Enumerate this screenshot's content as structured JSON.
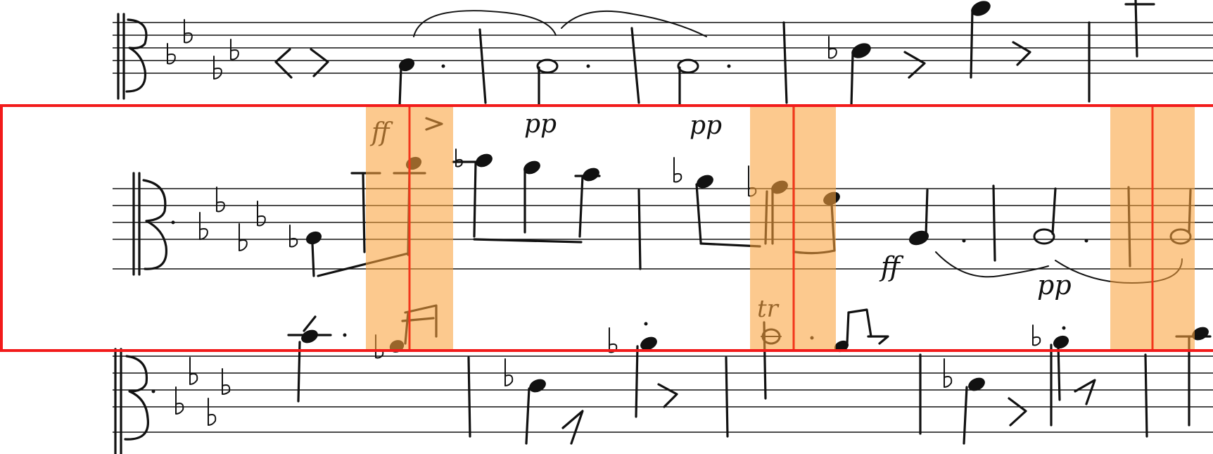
{
  "score": {
    "clef": "alto-clef",
    "key_signature_flats": 4,
    "dynamics": {
      "top_pp_1": "pp",
      "top_pp_2": "pp",
      "mid_ff_top": "ff",
      "mid_ff_bottom": "ff",
      "mid_pp_bottom": "pp"
    },
    "ornaments": {
      "trill": "tr"
    },
    "colors": {
      "ink": "#111111",
      "highlight": "#f9a23c",
      "selection_box": "#f21b1b"
    }
  }
}
